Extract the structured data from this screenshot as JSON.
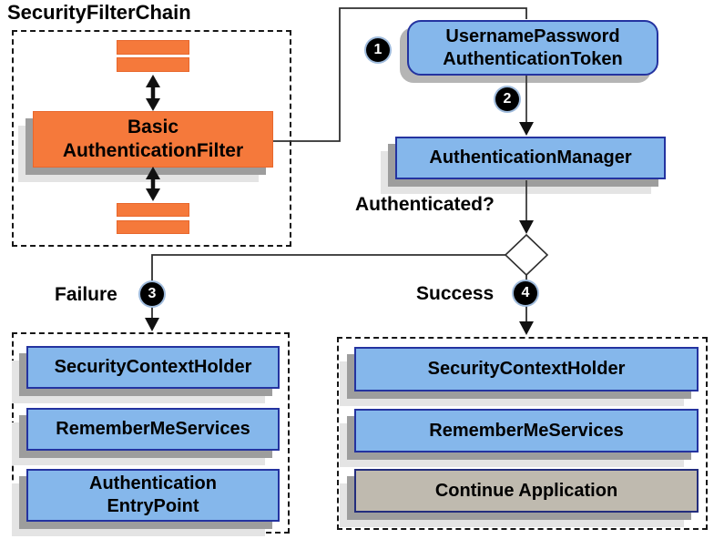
{
  "title": "SecurityFilterChain",
  "colors": {
    "orange_fill": "#F5793B",
    "orange_border": "#E8672C",
    "blue_fill": "#85B7EB",
    "blue_border": "#2433A0",
    "gray_fill": "#BFBAAF",
    "shadow_dark": "#9D9D9D",
    "shadow_light": "#E4E4E4",
    "badge_bg": "#000000",
    "badge_text": "#FFFFFF"
  },
  "filter_chain": {
    "filter_label": "Basic\nAuthenticationFilter"
  },
  "flow": {
    "token_label": "UsernamePassword\nAuthenticationToken",
    "manager_label": "AuthenticationManager",
    "decision_label": "Authenticated?",
    "failure_label": "Failure",
    "success_label": "Success",
    "steps": [
      "1",
      "2",
      "3",
      "4"
    ]
  },
  "failure_branch": {
    "items": [
      "SecurityContextHolder",
      "RememberMeServices",
      "Authentication\nEntryPoint"
    ]
  },
  "success_branch": {
    "items": [
      "SecurityContextHolder",
      "RememberMeServices",
      "Continue Application"
    ]
  }
}
